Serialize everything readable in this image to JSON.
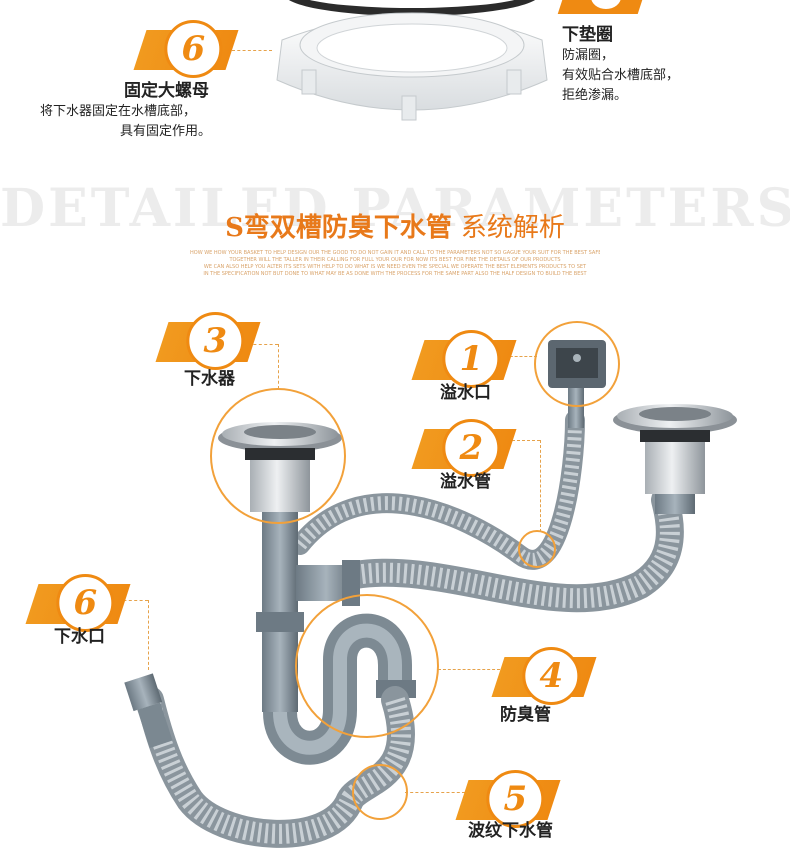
{
  "top": {
    "item6": {
      "number": "6",
      "label": "固定大螺母",
      "desc_line1": "将下水器固定在水槽底部，",
      "desc_line2": "具有固定作用。"
    },
    "item7": {
      "label": "下垫圈",
      "desc_line1": "防漏圈，",
      "desc_line2": "有效贴合水槽底部，",
      "desc_line3": "拒绝渗漏。"
    }
  },
  "header": {
    "watermark": "DETAILED PARAMETERS",
    "title_main": "S弯双槽防臭下水管",
    "title_sub": "系统解析",
    "fine_line1": "HOW WE HOW YOUR BASKET TO HELP DESIGN OUR THE GOOD TO DO NOT GAIN IT AND CALL TO THE PARAMETERS NOT SO GAGUE YOUR SUIT FOR THE BEST SAFETY",
    "fine_line2": "TOGETHER WILL THE TALLER IN THEIR CALLING FOR FULL YOUR OUR FOR NOW ITS BEST FOR FINE THE DETAILS OF OUR PRODUCTS",
    "fine_line3": "WE CAN ALSO HELP YOU ALTER ITS SETS WITH HELP TO DO WHAT IS WE NEED EVEN THE SPECIAL WE OPERATE THE BEST ELEMENTS PRODUCTS TO SET",
    "fine_line4": "IN THE SPECIFICATION NOT BUT DONE TO WHAT MAY BE AS DONE WITH THE PROCESS FOR THE SAME PART ALSO THE HALF DESIGN TO BUILD THE BEST"
  },
  "callouts": [
    {
      "number": "1",
      "label": "溢水口"
    },
    {
      "number": "2",
      "label": "溢水管"
    },
    {
      "number": "3",
      "label": "下水器"
    },
    {
      "number": "4",
      "label": "防臭管"
    },
    {
      "number": "5",
      "label": "波纹下水管"
    },
    {
      "number": "6",
      "label": "下水口"
    }
  ],
  "colors": {
    "accent": "#ef8a12",
    "pipe": "#8d9aa4",
    "steel": "#c9cdd1"
  }
}
